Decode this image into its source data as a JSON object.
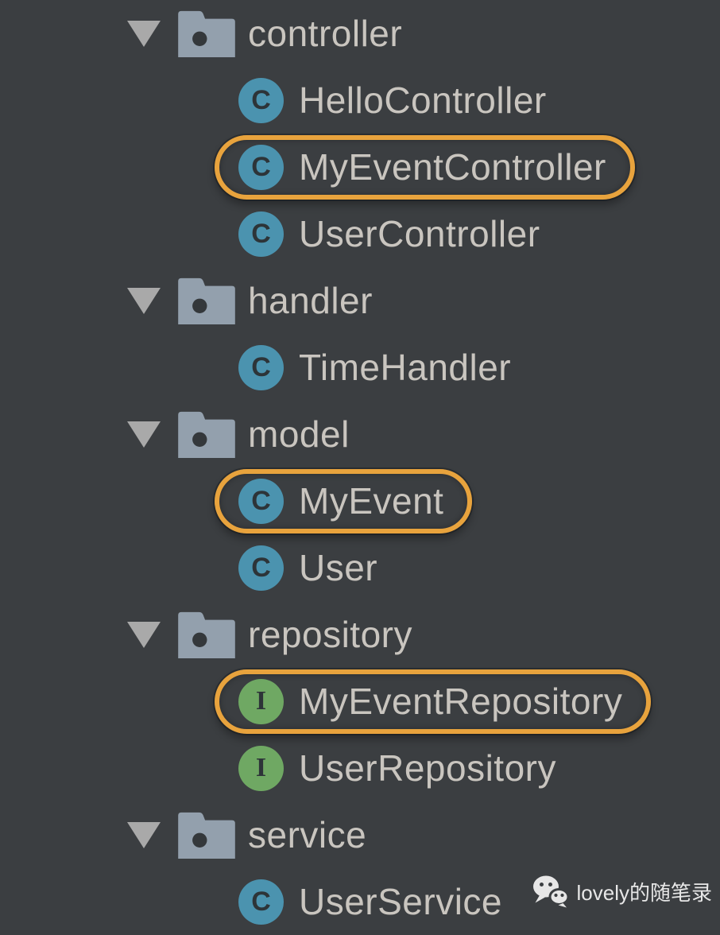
{
  "theme": {
    "background": "#3b3e41",
    "text_color": "#c9c5bf",
    "highlight_color": "#e8a33d",
    "class_icon_color": "#4b93af",
    "interface_icon_color": "#6fa863",
    "icon_letter_color": "#2d3438",
    "folder_icon_color": "#93a0ad",
    "folder_dot_color": "#34383b",
    "triangle_color": "#a9a9a9",
    "watermark_color": "#e7e7e7"
  },
  "tree": {
    "class_icon_letter": "C",
    "interface_icon_letter": "I",
    "items": [
      {
        "type": "folder",
        "label": "controller",
        "expanded": true,
        "circled": false
      },
      {
        "type": "class",
        "label": "HelloController",
        "circled": false
      },
      {
        "type": "class",
        "label": "MyEventController",
        "circled": true
      },
      {
        "type": "class",
        "label": "UserController",
        "circled": false
      },
      {
        "type": "folder",
        "label": "handler",
        "expanded": true,
        "circled": false
      },
      {
        "type": "class",
        "label": "TimeHandler",
        "circled": false
      },
      {
        "type": "folder",
        "label": "model",
        "expanded": true,
        "circled": false
      },
      {
        "type": "class",
        "label": "MyEvent",
        "circled": true
      },
      {
        "type": "class",
        "label": "User",
        "circled": false
      },
      {
        "type": "folder",
        "label": "repository",
        "expanded": true,
        "circled": false
      },
      {
        "type": "interface",
        "label": "MyEventRepository",
        "circled": true
      },
      {
        "type": "interface",
        "label": "UserRepository",
        "circled": false
      },
      {
        "type": "folder",
        "label": "service",
        "expanded": true,
        "circled": false
      },
      {
        "type": "class",
        "label": "UserService",
        "circled": false
      }
    ]
  },
  "watermark": {
    "icon": "wechat-icon",
    "label": "lovely的随笔录"
  }
}
